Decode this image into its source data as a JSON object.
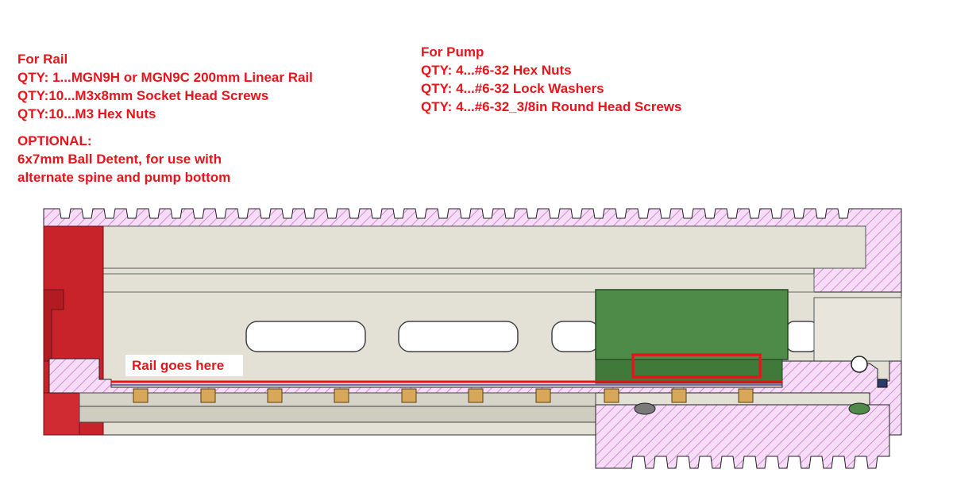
{
  "rail_notes": {
    "heading": "For Rail",
    "lines": [
      "QTY:  1...MGN9H or MGN9C 200mm Linear Rail",
      "QTY:10...M3x8mm Socket Head Screws",
      "QTY:10...M3 Hex Nuts"
    ]
  },
  "optional_notes": {
    "heading": "OPTIONAL:",
    "lines": [
      "6x7mm Ball Detent, for use with",
      "alternate spine and pump bottom"
    ]
  },
  "pump_notes": {
    "heading": "For Pump",
    "lines": [
      "QTY:  4...#6-32 Hex Nuts",
      "QTY:  4...#6-32 Lock Washers",
      "QTY:  4...#6-32_3/8in Round Head Screws"
    ]
  },
  "callout": {
    "label": "Rail goes here"
  },
  "colors": {
    "annotation_text": "#e8141c",
    "section_hatch": "#c879c8",
    "section_fill": "#f7dcf7",
    "body_tan": "#e3e1d6",
    "end_cap_red": "#c8222a",
    "carriage_green": "#4e8a48",
    "nut_brass": "#d7a85a",
    "rail_line": "#e8141c"
  }
}
